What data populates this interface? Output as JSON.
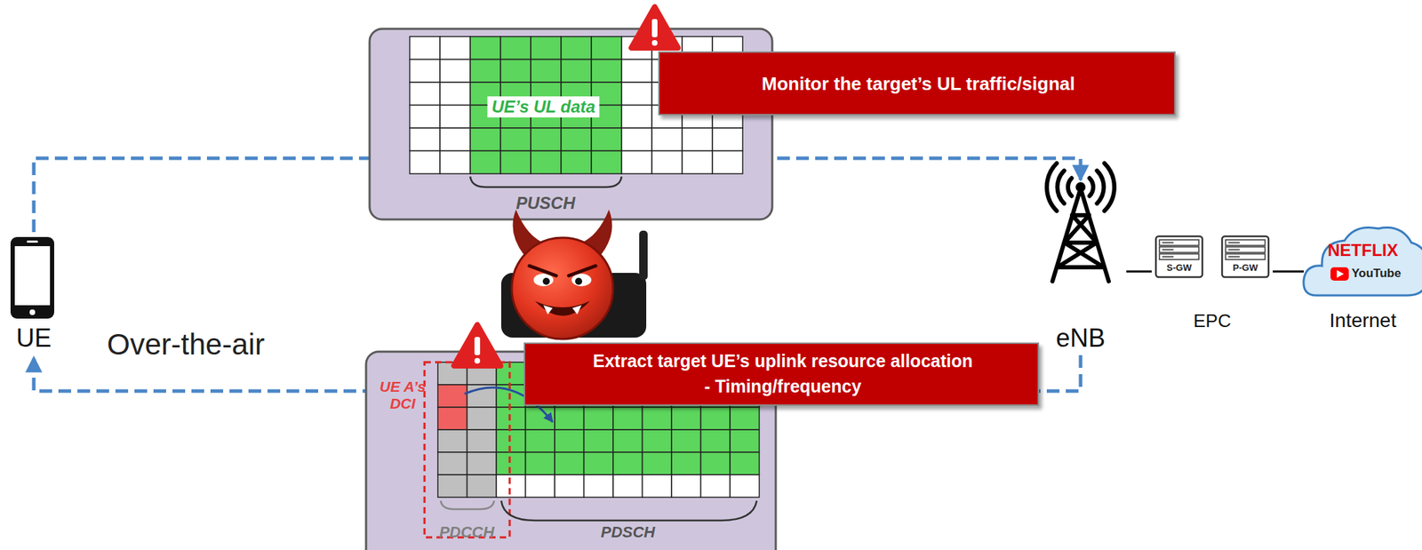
{
  "diagram": {
    "nodes": [
      {
        "text": [
          "UE"
        ]
      },
      {
        "text": [
          "UE’s UL data",
          "PUSCH"
        ]
      },
      {
        "text": [
          "Monitor the target’s UL traffic/signal"
        ]
      },
      {
        "text": [
          "UE A’s DCI",
          "PDCCH",
          "PDSCH"
        ]
      },
      {
        "text": [
          "Extract target UE’s uplink resource allocation",
          "- Timing/frequency"
        ]
      },
      {
        "text": [
          "eNB"
        ]
      },
      {
        "text": [
          "EPC"
        ]
      },
      {
        "text": [
          "S-GW"
        ],
        "in": 6
      },
      {
        "text": [
          "P-GW"
        ],
        "in": 6
      },
      {
        "text": [
          "NETFLIX",
          "YouTube",
          "Internet"
        ]
      }
    ],
    "edges": [
      {
        "from": 0,
        "to": 5,
        "arrow": "to"
      },
      {
        "from": 5,
        "to": 0,
        "arrow": "to"
      },
      {
        "from": 5,
        "to": 6,
        "arrow": "none"
      },
      {
        "from": 6,
        "to": 9,
        "arrow": "none"
      }
    ],
    "labels": [
      "Over-the-air"
    ]
  }
}
